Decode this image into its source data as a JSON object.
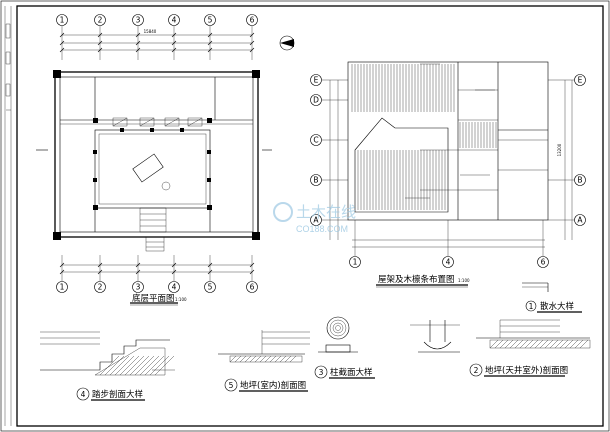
{
  "grid_bubbles": {
    "columns": [
      "1",
      "2",
      "3",
      "4",
      "5",
      "6"
    ],
    "rows": [
      "E",
      "D",
      "C",
      "B",
      "A"
    ],
    "roof_columns": [
      "1",
      "4",
      "6"
    ]
  },
  "dims": {
    "total_top": "15840",
    "total_right": "13200"
  },
  "labels": {
    "floor_plan": "底层平面图",
    "roof_plan": "屋架及木檩条布置图",
    "drip_detail": "散水大样",
    "step_section": "踏步剖面大样",
    "indoor_section": "地坪(室内)剖面图",
    "column_base": "柱截面大样",
    "patio_section": "地坪(天井室外)剖面图"
  },
  "detail_numbers": {
    "drip": "1",
    "patio": "2",
    "column_base": "3",
    "step": "4",
    "indoor": "5"
  },
  "scales": {
    "floor_plan": "1:100",
    "roof_plan": "1:100"
  },
  "watermark": {
    "cn": "土木在线",
    "en": "CO188.COM"
  }
}
